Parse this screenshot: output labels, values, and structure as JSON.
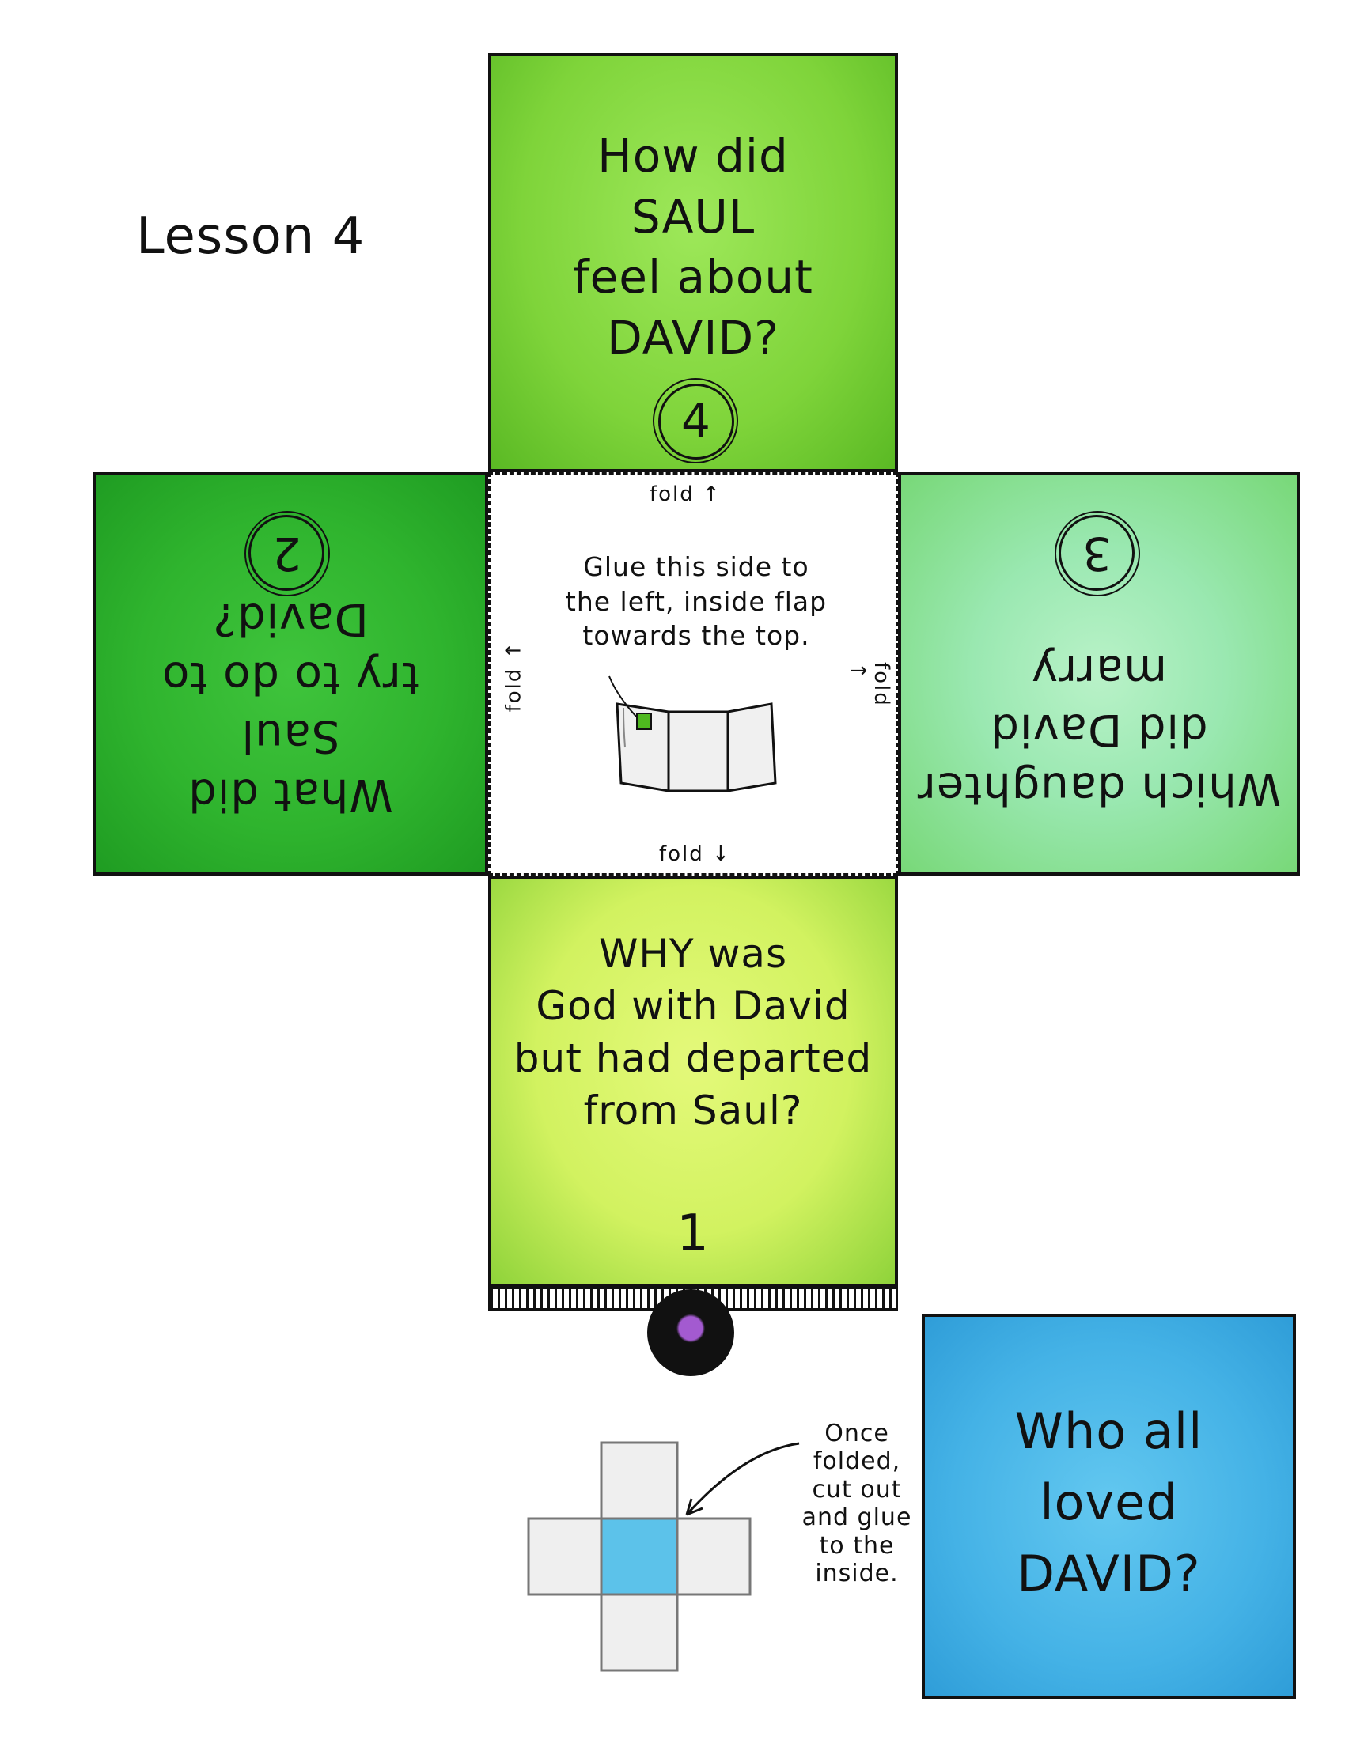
{
  "lesson": {
    "title": "Lesson 4"
  },
  "panels": {
    "top": {
      "lines": [
        "How did",
        "SAUL",
        "feel about",
        "DAVID?"
      ],
      "number": "4",
      "color": "#7fd43a"
    },
    "left": {
      "lines": [
        "What did",
        "Saul",
        "try to do to",
        "David?"
      ],
      "number": "2",
      "color": "#2fb42e",
      "upside_down": true
    },
    "right": {
      "lines": [
        "Which daughter",
        "did David",
        "marry"
      ],
      "number": "3",
      "color": "#9ae8b1",
      "upside_down": true
    },
    "bottom": {
      "lines": [
        "WHY was",
        "God with David",
        "but had departed",
        "from Saul?"
      ],
      "number": "1",
      "color": "#d2f260"
    },
    "blue": {
      "lines": [
        "Who all",
        "loved",
        "DAVID?"
      ],
      "color": "#44b2e6"
    }
  },
  "center": {
    "instructions": [
      "Glue this side to",
      "the left, inside flap",
      "towards the top."
    ],
    "fold_labels": {
      "top": "fold",
      "left": "fold",
      "right": "fold",
      "bottom": "fold"
    }
  },
  "folded_note": [
    "Once",
    "folded,",
    "cut out",
    "and glue",
    "to the",
    "inside."
  ],
  "icons": [
    "folded-booklet-icon",
    "cross-net-icon",
    "arrow-icon",
    "hole-punch-icon"
  ]
}
